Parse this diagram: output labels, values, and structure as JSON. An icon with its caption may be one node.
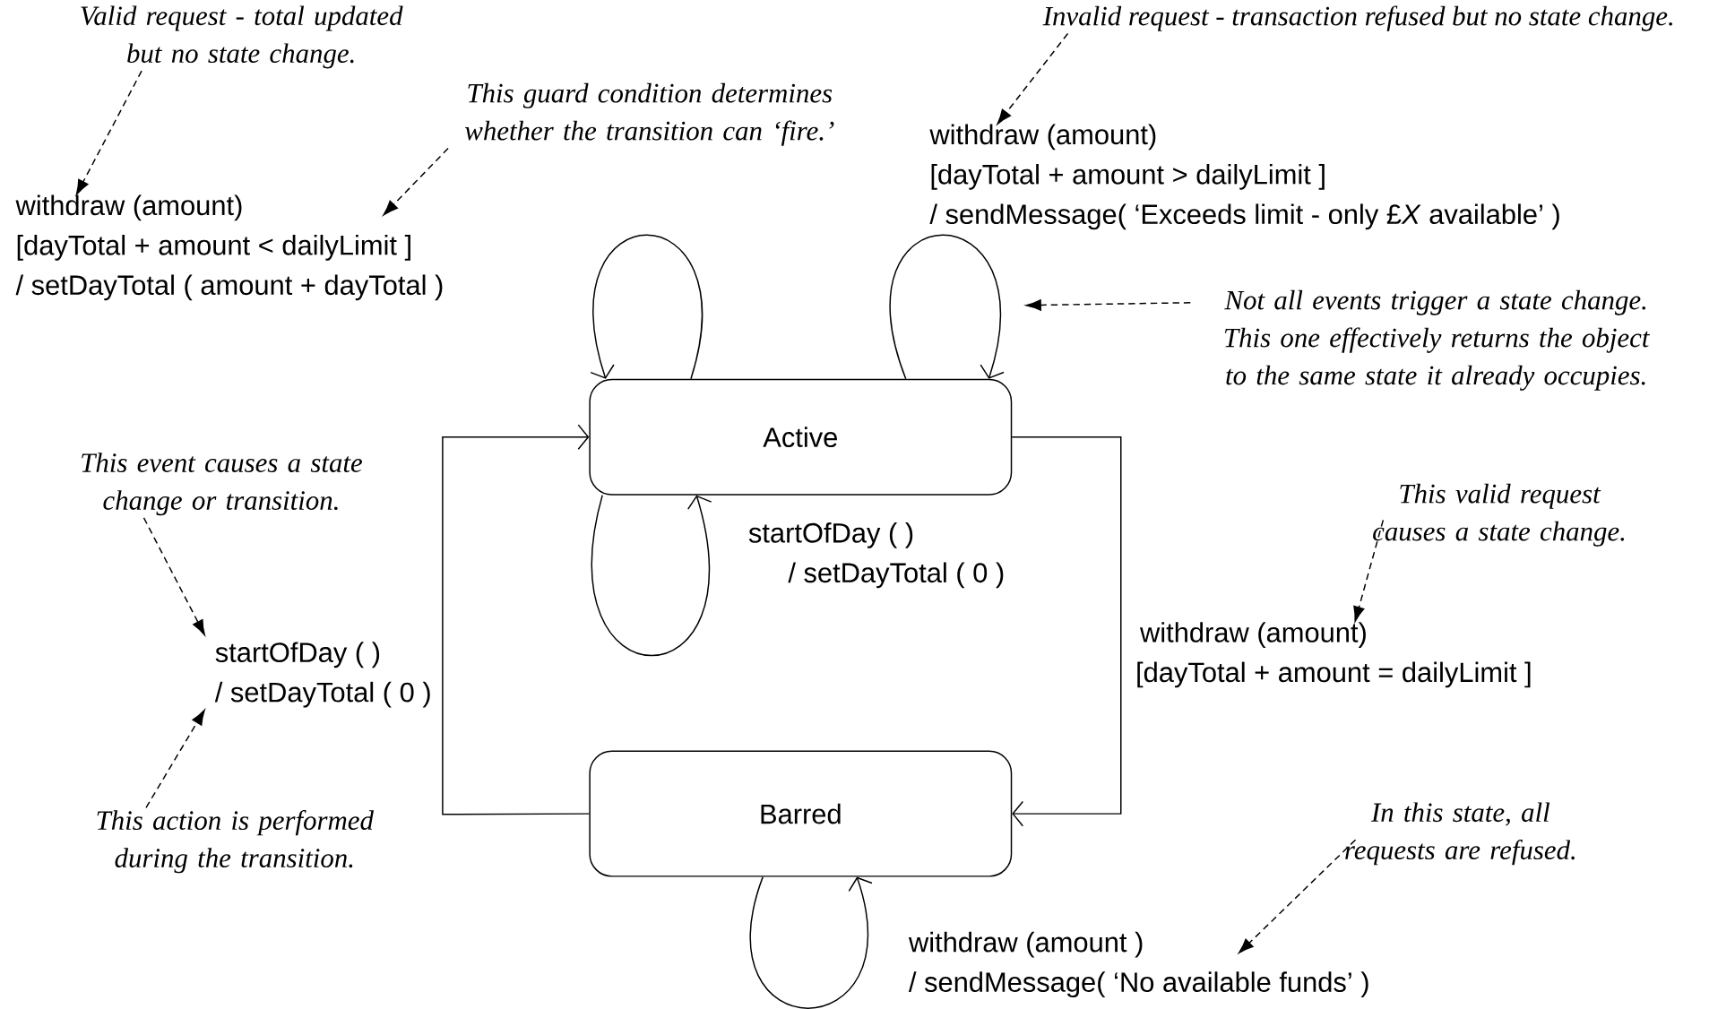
{
  "diagram": {
    "nodes": [
      {
        "text": [
          "Valid request - total updated but no state change."
        ]
      },
      {
        "text": [
          "This guard condition determines whether the transition can ‘fire.’"
        ]
      },
      {
        "text": [
          "Invalid request - transaction refused but no state change."
        ]
      },
      {
        "text": [
          "withdraw (amount)",
          "[dayTotal + amount < dailyLimit ]",
          "/ setDayTotal ( amount + dayTotal )"
        ]
      },
      {
        "text": [
          "withdraw (amount)",
          "[dayTotal + amount > dailyLimit ]",
          "/ sendMessage( ‘Exceeds limit - only £*X* available’ )"
        ]
      },
      {
        "text": [
          "Not all events trigger a state change. This one effectively returns the object to the same state it already occupies."
        ]
      },
      {
        "text": [
          "Active"
        ]
      },
      {
        "text": [
          "This event causes a state change or transition."
        ]
      },
      {
        "text": [
          "startOfDay ( )",
          "/ setDayTotal ( 0 )"
        ]
      },
      {
        "text": [
          "This valid request causes a state change."
        ]
      },
      {
        "text": [
          "startOfDay ( )",
          "/ setDayTotal ( 0 )"
        ]
      },
      {
        "text": [
          "withdraw (amount)",
          "[dayTotal + amount = dailyLimit ]"
        ]
      },
      {
        "text": [
          "This action is performed during the transition."
        ]
      },
      {
        "text": [
          "Barred"
        ]
      },
      {
        "text": [
          "In this state, all requests are refused."
        ]
      },
      {
        "text": [
          "withdraw (amount )",
          "/ sendMessage( ‘No available funds’ )"
        ]
      }
    ],
    "edges": [
      {
        "from": 6,
        "to": 6,
        "arrow": "to"
      },
      {
        "from": 6,
        "to": 6,
        "arrow": "to"
      },
      {
        "from": 6,
        "to": 6,
        "arrow": "to"
      },
      {
        "from": 6,
        "to": 13,
        "arrow": "to"
      },
      {
        "from": 13,
        "to": 6,
        "arrow": "to"
      },
      {
        "from": 13,
        "to": 13,
        "arrow": "to"
      },
      {
        "from": 0,
        "to": 3,
        "arrow": "to",
        "style": "dashed"
      },
      {
        "from": 1,
        "to": 3,
        "arrow": "to",
        "style": "dashed"
      },
      {
        "from": 2,
        "to": 4,
        "arrow": "to",
        "style": "dashed"
      },
      {
        "from": 5,
        "to": null,
        "arrow": "to",
        "style": "dashed"
      },
      {
        "from": 7,
        "to": 10,
        "arrow": "to",
        "style": "dashed"
      },
      {
        "from": 12,
        "to": 10,
        "arrow": "to",
        "style": "dashed"
      },
      {
        "from": 9,
        "to": 11,
        "arrow": "to",
        "style": "dashed"
      },
      {
        "from": 14,
        "to": 15,
        "arrow": "to",
        "style": "dashed"
      }
    ]
  }
}
